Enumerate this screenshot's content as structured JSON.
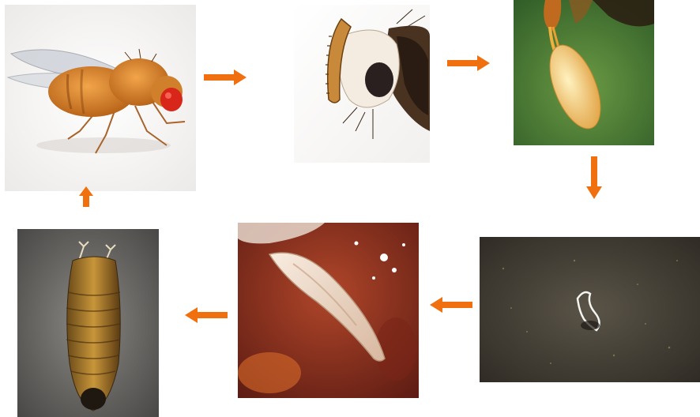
{
  "diagram": {
    "stages": [
      {
        "id": "adult-fly"
      },
      {
        "id": "fly-mouthpart"
      },
      {
        "id": "egg"
      },
      {
        "id": "first-instar-larva"
      },
      {
        "id": "third-instar-larva"
      },
      {
        "id": "pupa"
      }
    ],
    "cycle_order": [
      "adult-fly",
      "fly-mouthpart",
      "egg",
      "first-instar-larva",
      "third-instar-larva",
      "pupa",
      "adult-fly"
    ],
    "colors": {
      "arrow": "#f07010",
      "background": "#ffffff"
    }
  }
}
